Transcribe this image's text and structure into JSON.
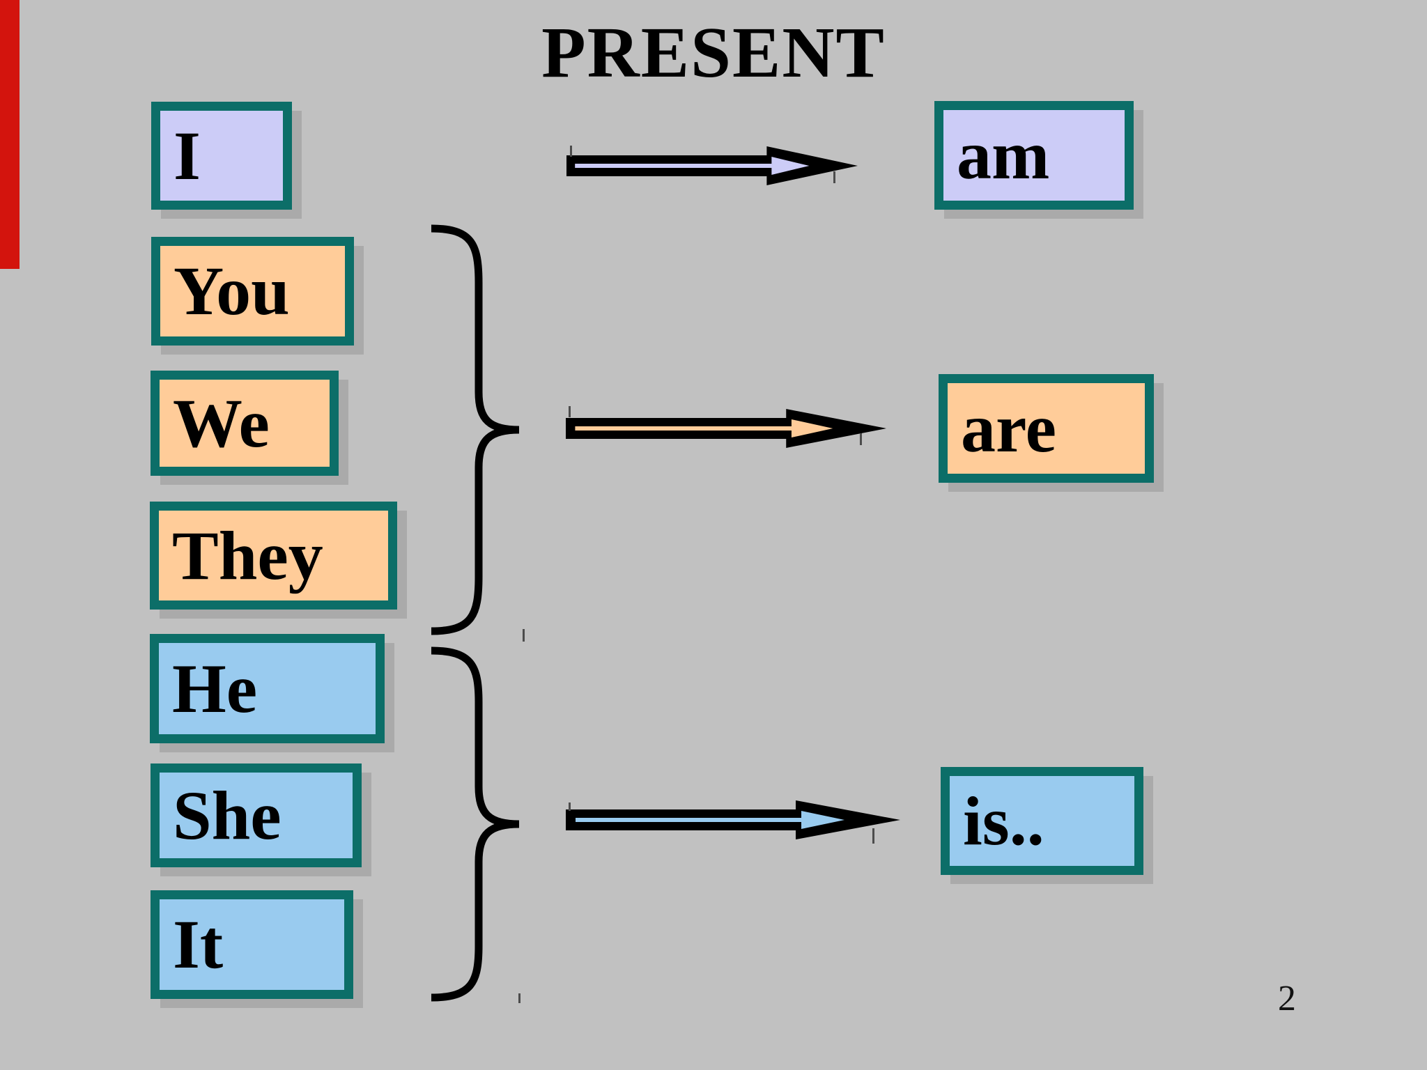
{
  "title": "PRESENT",
  "page_number": "2",
  "pronouns": [
    {
      "label": "I"
    },
    {
      "label": "You"
    },
    {
      "label": "We"
    },
    {
      "label": "They"
    },
    {
      "label": "He"
    },
    {
      "label": "She"
    },
    {
      "label": "It"
    }
  ],
  "verbs": [
    {
      "label": "am"
    },
    {
      "label": "are"
    },
    {
      "label": "is.."
    }
  ],
  "groups": [
    {
      "subjects": [
        "I"
      ],
      "verb": "am",
      "color": "#ccccf7"
    },
    {
      "subjects": [
        "You",
        "We",
        "They"
      ],
      "verb": "are",
      "color": "#ffcc99"
    },
    {
      "subjects": [
        "He",
        "She",
        "It"
      ],
      "verb": "is..",
      "color": "#99cbef"
    }
  ],
  "colors": {
    "background": "#c1c1c1",
    "box_border_teal": "#0c6e68",
    "first_person_fill": "#ccccf7",
    "plural_fill": "#ffcc99",
    "third_singular_fill": "#99cbef",
    "arrow_outline": "#000000",
    "red_marker": "#d3140d",
    "text": "#000000"
  }
}
